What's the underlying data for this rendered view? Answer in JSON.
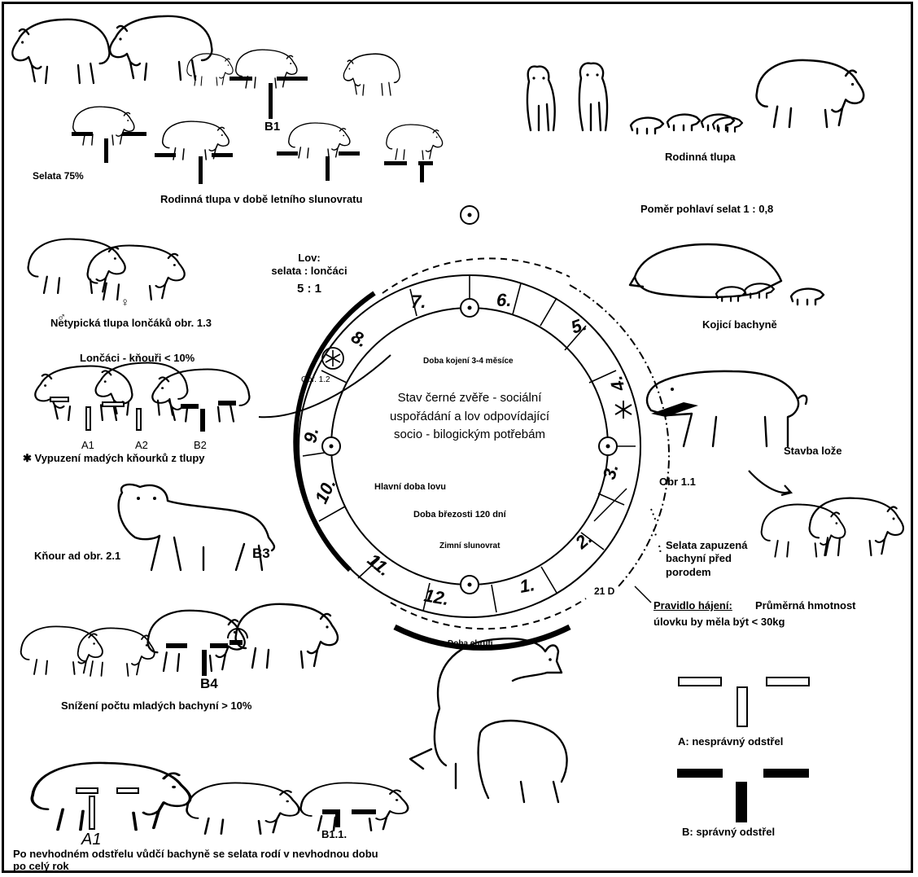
{
  "labels": {
    "selata_pct": "Selata 75%",
    "b1": "B1",
    "family_solstice": "Rodinná tlupa v době letního slunovratu",
    "family_group": "Rodinná tlupa",
    "sex_ratio": "Poměr pohlaví selat 1 : 0,8",
    "hunt_title": "Lov:",
    "hunt_ratio_label": "selata : lončáci",
    "hunt_ratio": "5 : 1",
    "atypical_group": "Netypická tlupa lončáků obr. 1.3",
    "nursing_sow": "Kojicí bachyně",
    "loncaci_limit": "Lončáci - kňouři < 10%",
    "a1": "A1",
    "a2": "A2",
    "b2": "B2",
    "expulsion": "Vypuzení madých kňourků z tlupy",
    "boar_ad": "Kňour ad obr. 2.1",
    "b3": "B3",
    "bed_building": "Stavba lože",
    "obr11": "Obr 1.1",
    "piglets_expelled": "Selata zapuzená bachyní před porodem",
    "rule_label": "Pravidlo hájení:",
    "rule_text_1": "Průměrná hmotnost",
    "rule_text_2": "úlovku by měla být < 30kg",
    "b4": "B4",
    "young_sows_reduction": "Snížení počtu mladých bachyní > 10%",
    "a_wrong": "A: nesprávný odstřel",
    "b_right": "B: správný odstřel",
    "a1_bottom": "A1",
    "b11": "B1.1.",
    "bottom_caption_1": "Po nevhodném odstřelu vůdčí bachyně se selata rodí v nevhodnou dobu",
    "bottom_caption_2": "po celý rok"
  },
  "cycle": {
    "center_1": "Stav černé zvěře - sociální",
    "center_2": "uspořádání a lov odpovídající",
    "center_3": "socio - bilogickým potřebám",
    "lactation": "Doba kojení 3-4 měsíce",
    "main_hunt": "Hlavní doba lovu",
    "gestation": "Doba březosti 120 dní",
    "winter_solstice": "Zimní slunovrat",
    "rut": "Doba chrutí",
    "obr12": "Obr. 1.2",
    "days21": "21 D",
    "months": [
      "1.",
      "2.",
      "3.",
      "4.",
      "5.",
      "6.",
      "7.",
      "8.",
      "9.",
      "10.",
      "11.",
      "12."
    ]
  }
}
